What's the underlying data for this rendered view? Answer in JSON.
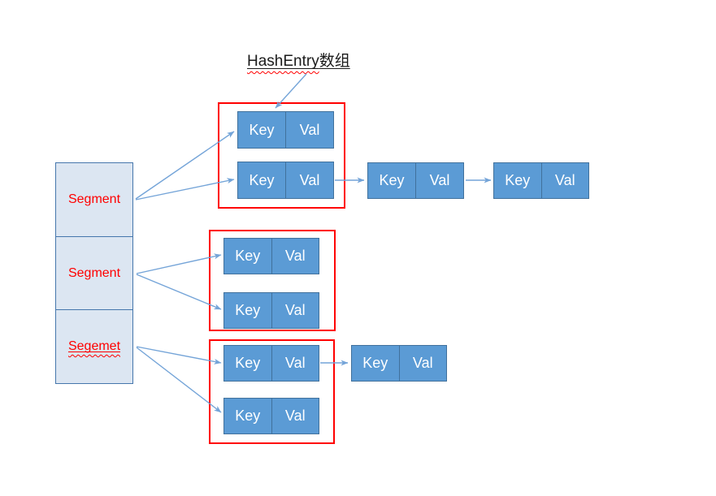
{
  "title": {
    "latin": "HashEntry",
    "cjk": "数组"
  },
  "segments": [
    {
      "label": "Segment"
    },
    {
      "label": "Segment"
    },
    {
      "label": "Segemet"
    }
  ],
  "entry": {
    "key_label": "Key",
    "val_label": "Val"
  },
  "colors": {
    "node_fill": "#5b9bd5",
    "node_border": "#41719c",
    "node_text": "#ffffff",
    "segment_fill": "#dce6f2",
    "segment_border": "#4576ac",
    "segment_text": "#ff0000",
    "group_border": "#ff0000",
    "arrow": "#74a4d8",
    "title_text": "#1a1a1a",
    "squiggle": "#ff0000"
  }
}
